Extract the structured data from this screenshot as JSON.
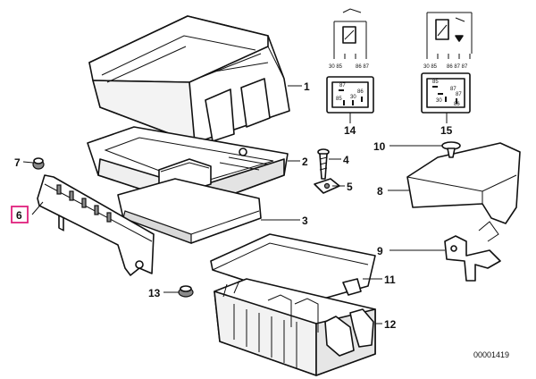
{
  "callouts": {
    "c1": "1",
    "c2": "2",
    "c3": "3",
    "c4": "4",
    "c5": "5",
    "c6": "6",
    "c7": "7",
    "c8": "8",
    "c9": "9",
    "c10": "10",
    "c11": "11",
    "c12": "12",
    "c13": "13",
    "c14": "14",
    "c15": "15"
  },
  "relay14": {
    "pins_left": "30 85",
    "pins_right": "86 87",
    "face_top": "87",
    "face_mid": "30",
    "face_right": "86",
    "face_left": "85"
  },
  "relay15": {
    "pins_left": "30 85",
    "pins_right": "86 87 87",
    "face_top": "85",
    "face_r1": "87",
    "face_r2": "87",
    "face_mid": "30",
    "face_right": "86"
  },
  "highlight": {
    "selected_callout": "6",
    "color": "#e0217e"
  },
  "reference_number": "00001419"
}
